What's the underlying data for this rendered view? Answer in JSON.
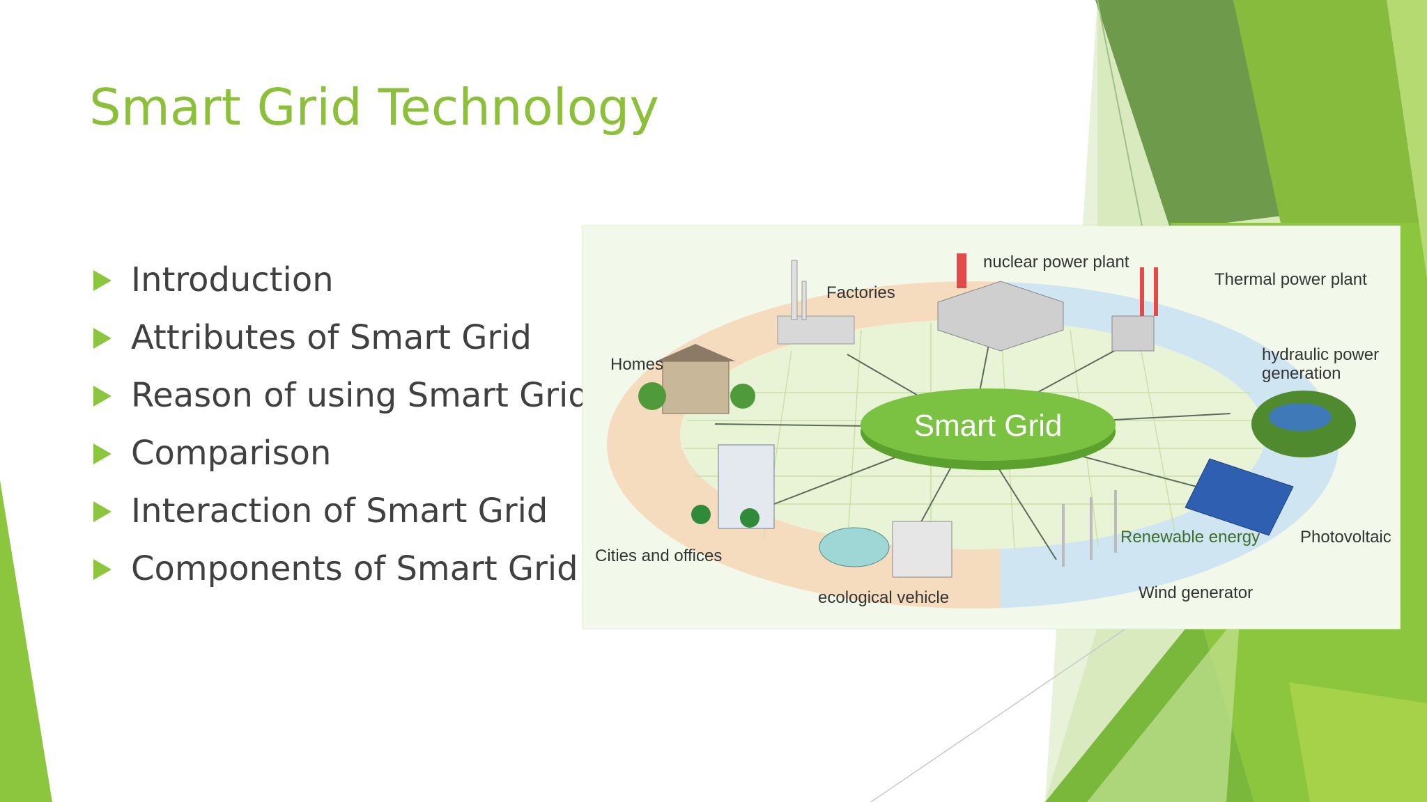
{
  "slide": {
    "title": "Smart Grid Technology",
    "bullets": [
      "Introduction",
      "Attributes of Smart Grid",
      "Reason of using Smart Grid",
      "Comparison",
      "Interaction of Smart Grid",
      "Components of Smart Grid"
    ]
  },
  "diagram": {
    "center_label": "Smart Grid",
    "nodes": {
      "factories": "Factories",
      "nuclear": "nuclear power plant",
      "thermal": "Thermal power plant",
      "hydraulic_line1": "hydraulic power",
      "hydraulic_line2": "generation",
      "homes": "Homes",
      "cities": "Cities and offices",
      "vehicle": "ecological vehicle",
      "renewable": "Renewable energy",
      "photovoltaic": "Photovoltaic",
      "wind": "Wind generator"
    }
  },
  "colors": {
    "accent_green": "#8cbf3a",
    "dark_green": "#6f9a4a",
    "light_green": "#a6d24a",
    "text": "#404040"
  }
}
